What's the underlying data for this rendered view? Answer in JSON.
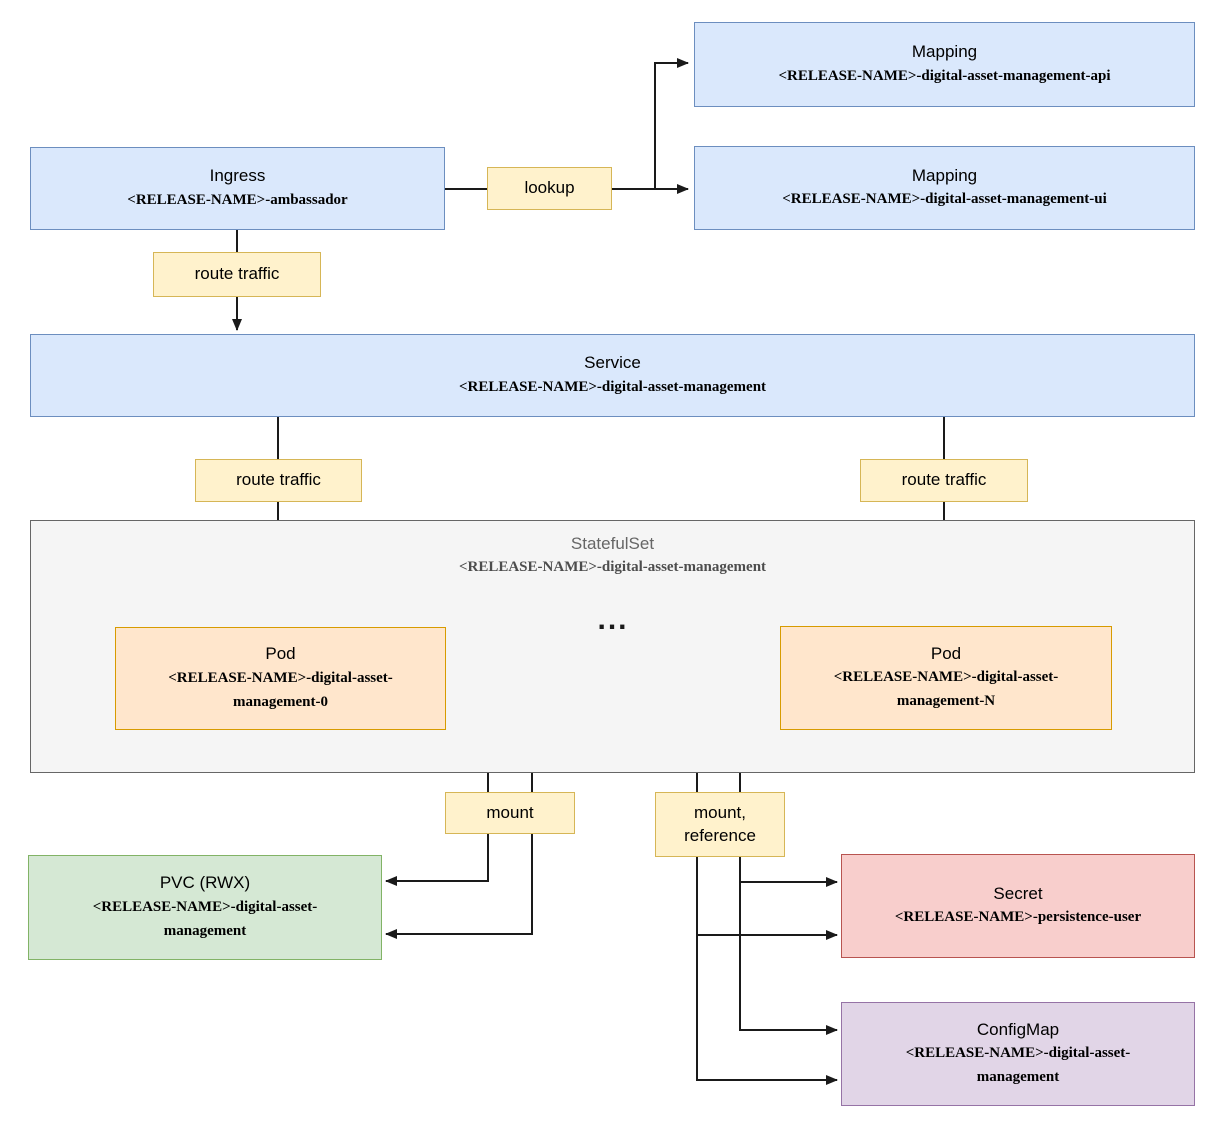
{
  "diagram": {
    "nodes": {
      "ingress": {
        "title": "Ingress",
        "subtitle": "<RELEASE-NAME>-ambassador"
      },
      "mapping_api": {
        "title": "Mapping",
        "subtitle": "<RELEASE-NAME>-digital-asset-management-api"
      },
      "mapping_ui": {
        "title": "Mapping",
        "subtitle": "<RELEASE-NAME>-digital-asset-management-ui"
      },
      "service": {
        "title": "Service",
        "subtitle": "<RELEASE-NAME>-digital-asset-management"
      },
      "statefulset": {
        "title": "StatefulSet",
        "subtitle": "<RELEASE-NAME>-digital-asset-management"
      },
      "pod_0": {
        "title": "Pod",
        "subtitle": "<RELEASE-NAME>-digital-asset-management-0"
      },
      "pod_n": {
        "title": "Pod",
        "subtitle": "<RELEASE-NAME>-digital-asset-management-N"
      },
      "pvc": {
        "title": "PVC (RWX)",
        "subtitle": "<RELEASE-NAME>-digital-asset-management"
      },
      "secret": {
        "title": "Secret",
        "subtitle": "<RELEASE-NAME>-persistence-user"
      },
      "configmap": {
        "title": "ConfigMap",
        "subtitle": "<RELEASE-NAME>-digital-asset-management"
      }
    },
    "edge_labels": {
      "lookup": "lookup",
      "route_traffic_ingress": "route traffic",
      "route_traffic_left": "route traffic",
      "route_traffic_right": "route traffic",
      "mount": "mount",
      "mount_reference": "mount, reference"
    },
    "ellipsis": "...",
    "colors": {
      "page_bg": "#ffffff",
      "blue_fill": "#dae8fc",
      "blue_stroke": "#6c8ebf",
      "orange_fill": "#ffe6cc",
      "orange_stroke": "#d79b00",
      "yellow_fill": "#fff2cc",
      "yellow_stroke": "#d6b656",
      "green_fill": "#d5e8d4",
      "green_stroke": "#82b366",
      "red_fill": "#f8cecc",
      "red_stroke": "#b85450",
      "purple_fill": "#e1d5e7",
      "purple_stroke": "#9673a6",
      "gray_fill": "#f5f5f5",
      "gray_stroke": "#666666",
      "gray_text": "#666666",
      "wire": "#1a1a1a"
    }
  }
}
